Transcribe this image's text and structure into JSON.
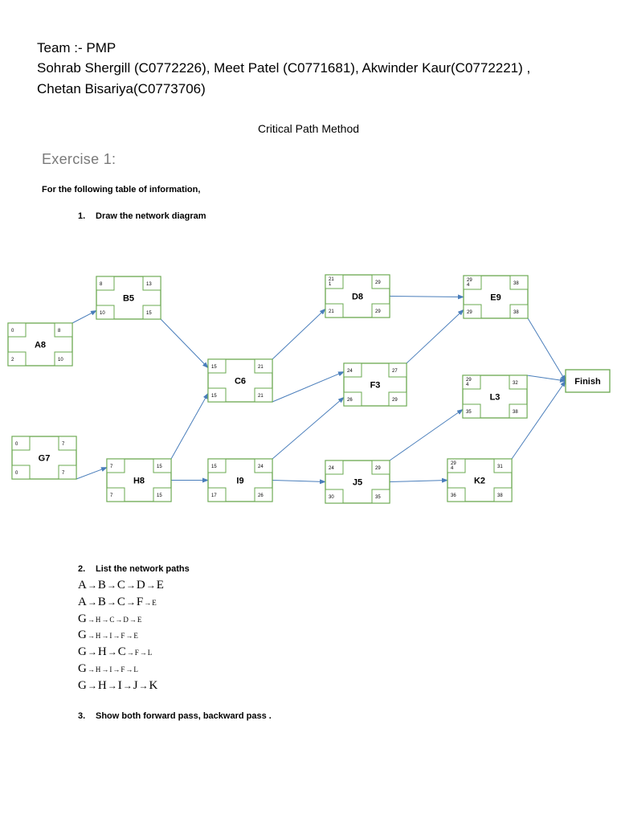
{
  "header": {
    "lines": [
      "Team :- PMP",
      "Sohrab Shergill (C0772226), Meet Patel (C0771681), Akwinder Kaur(C0772221) ,",
      "Chetan Bisariya(C0773706)"
    ]
  },
  "title": "Critical Path Method",
  "exercise_heading": "Exercise 1:",
  "intro": "For the following table of information,",
  "steps": [
    {
      "num": "1.",
      "text": "Draw the network diagram"
    },
    {
      "num": "2.",
      "text": "List the network paths"
    },
    {
      "num": "3.",
      "text": "Show  both forward pass, backward pass ."
    }
  ],
  "network": {
    "nodes": [
      {
        "id": "A",
        "label": "A8",
        "es": "0",
        "ef": "8",
        "ls": "2",
        "lf": "10"
      },
      {
        "id": "B",
        "label": "B5",
        "es": "8",
        "ef": "13",
        "ls": "10",
        "lf": "15"
      },
      {
        "id": "G",
        "label": "G7",
        "es": "0",
        "ef": "7",
        "ls": "0",
        "lf": "7"
      },
      {
        "id": "H",
        "label": "H8",
        "es": "7",
        "ef": "15",
        "ls": "7",
        "lf": "15"
      },
      {
        "id": "C",
        "label": "C6",
        "es": "15",
        "ef": "21",
        "ls": "15",
        "lf": "21"
      },
      {
        "id": "I",
        "label": "I9",
        "es": "15",
        "ef": "24",
        "ls": "17",
        "lf": "26"
      },
      {
        "id": "D",
        "label": "D8",
        "es": "21 1",
        "ef": "29",
        "ls": "21",
        "lf": "29"
      },
      {
        "id": "F",
        "label": "F3",
        "es": "24",
        "ef": "27",
        "ls": "26",
        "lf": "29"
      },
      {
        "id": "J",
        "label": "J5",
        "es": "24",
        "ef": "29",
        "ls": "30",
        "lf": "35"
      },
      {
        "id": "E",
        "label": "E9",
        "es": "29 4",
        "ef": "38",
        "ls": "29",
        "lf": "38"
      },
      {
        "id": "L",
        "label": "L3",
        "es": "29 4",
        "ef": "32",
        "ls": "35",
        "lf": "38"
      },
      {
        "id": "K",
        "label": "K2",
        "es": "29 4",
        "ef": "31",
        "ls": "36",
        "lf": "38"
      }
    ],
    "finish_label": "Finish",
    "edges": [
      [
        "A",
        "B"
      ],
      [
        "B",
        "C"
      ],
      [
        "G",
        "H"
      ],
      [
        "H",
        "C"
      ],
      [
        "H",
        "I"
      ],
      [
        "C",
        "D"
      ],
      [
        "C",
        "F"
      ],
      [
        "I",
        "F"
      ],
      [
        "I",
        "J"
      ],
      [
        "D",
        "E"
      ],
      [
        "F",
        "E"
      ],
      [
        "J",
        "L"
      ],
      [
        "J",
        "K"
      ],
      [
        "E",
        "Finish"
      ],
      [
        "L",
        "Finish"
      ],
      [
        "K",
        "Finish"
      ]
    ]
  },
  "paths": [
    [
      [
        "A",
        1
      ],
      [
        "B",
        1
      ],
      [
        "C",
        1
      ],
      [
        "D",
        1
      ],
      [
        "E",
        1
      ]
    ],
    [
      [
        "A",
        1
      ],
      [
        "B",
        1
      ],
      [
        "C",
        1
      ],
      [
        "F",
        1
      ],
      [
        "E",
        0
      ]
    ],
    [
      [
        "G",
        1
      ],
      [
        "H",
        0
      ],
      [
        "C",
        0
      ],
      [
        "D",
        0
      ],
      [
        "E",
        0
      ]
    ],
    [
      [
        "G",
        1
      ],
      [
        "H",
        0
      ],
      [
        "I",
        0
      ],
      [
        "F",
        0
      ],
      [
        "E",
        0
      ]
    ],
    [
      [
        "G",
        1
      ],
      [
        "H",
        1
      ],
      [
        "C",
        1
      ],
      [
        "F",
        0
      ],
      [
        "L",
        0
      ]
    ],
    [
      [
        "G",
        1
      ],
      [
        "H",
        0
      ],
      [
        "I",
        0
      ],
      [
        "F",
        0
      ],
      [
        "L",
        0
      ]
    ],
    [
      [
        "G",
        1
      ],
      [
        "H",
        1
      ],
      [
        "I",
        1
      ],
      [
        "J",
        1
      ],
      [
        "K",
        1
      ]
    ]
  ],
  "colors": {
    "node_border": "#6aa84f",
    "edge": "#4a7ebb",
    "heading_gray": "#7a7a7a"
  }
}
